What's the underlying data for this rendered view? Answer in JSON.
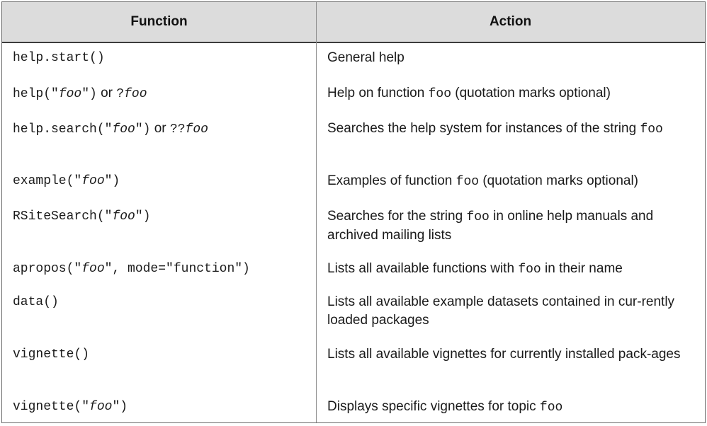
{
  "headers": {
    "function": "Function",
    "action": "Action"
  },
  "rows": [
    {
      "fn": [
        {
          "t": "code",
          "v": "help.start()"
        }
      ],
      "action": [
        {
          "t": "text",
          "v": "General help"
        }
      ]
    },
    {
      "fn": [
        {
          "t": "code",
          "v": "help(\""
        },
        {
          "t": "ital",
          "v": "foo"
        },
        {
          "t": "code",
          "v": "\")"
        },
        {
          "t": "text",
          "v": " or "
        },
        {
          "t": "code",
          "v": "?"
        },
        {
          "t": "ital",
          "v": "foo"
        }
      ],
      "action": [
        {
          "t": "text",
          "v": "Help on function "
        },
        {
          "t": "code",
          "v": "foo"
        },
        {
          "t": "text",
          "v": " (quotation marks optional)"
        }
      ]
    },
    {
      "fn": [
        {
          "t": "code",
          "v": "help.search(\""
        },
        {
          "t": "ital",
          "v": "foo"
        },
        {
          "t": "code",
          "v": "\")"
        },
        {
          "t": "text",
          "v": " or "
        },
        {
          "t": "code",
          "v": "??"
        },
        {
          "t": "ital",
          "v": "foo"
        }
      ],
      "action": [
        {
          "t": "text",
          "v": "Searches the help system for instances of the string "
        },
        {
          "t": "code",
          "v": "foo"
        }
      ]
    },
    {
      "fn": [
        {
          "t": "code",
          "v": "example(\""
        },
        {
          "t": "ital",
          "v": "foo"
        },
        {
          "t": "code",
          "v": "\")"
        }
      ],
      "action": [
        {
          "t": "text",
          "v": "Examples of function "
        },
        {
          "t": "code",
          "v": "foo"
        },
        {
          "t": "text",
          "v": " (quotation marks optional)"
        }
      ]
    },
    {
      "fn": [
        {
          "t": "code",
          "v": "RSiteSearch(\""
        },
        {
          "t": "ital",
          "v": "foo"
        },
        {
          "t": "code",
          "v": "\")"
        }
      ],
      "action": [
        {
          "t": "text",
          "v": "Searches for the string "
        },
        {
          "t": "code",
          "v": "foo"
        },
        {
          "t": "text",
          "v": " in online help manuals and archived mailing lists"
        }
      ]
    },
    {
      "fn": [
        {
          "t": "code",
          "v": "apropos(\""
        },
        {
          "t": "ital",
          "v": "foo"
        },
        {
          "t": "code",
          "v": "\", mode=\"function\")"
        }
      ],
      "action": [
        {
          "t": "text",
          "v": "Lists all available functions with "
        },
        {
          "t": "code",
          "v": "foo"
        },
        {
          "t": "text",
          "v": " in their name"
        }
      ]
    },
    {
      "fn": [
        {
          "t": "code",
          "v": "data()"
        }
      ],
      "action": [
        {
          "t": "text",
          "v": "Lists all available example datasets contained in cur-rently loaded packages"
        }
      ]
    },
    {
      "fn": [
        {
          "t": "code",
          "v": "vignette()"
        }
      ],
      "action": [
        {
          "t": "text",
          "v": "Lists all available vignettes for currently installed pack-ages"
        }
      ]
    },
    {
      "fn": [
        {
          "t": "code",
          "v": "vignette(\""
        },
        {
          "t": "ital",
          "v": "foo"
        },
        {
          "t": "code",
          "v": "\")"
        }
      ],
      "action": [
        {
          "t": "text",
          "v": "Displays specific vignettes for topic "
        },
        {
          "t": "code",
          "v": "foo"
        }
      ]
    }
  ]
}
